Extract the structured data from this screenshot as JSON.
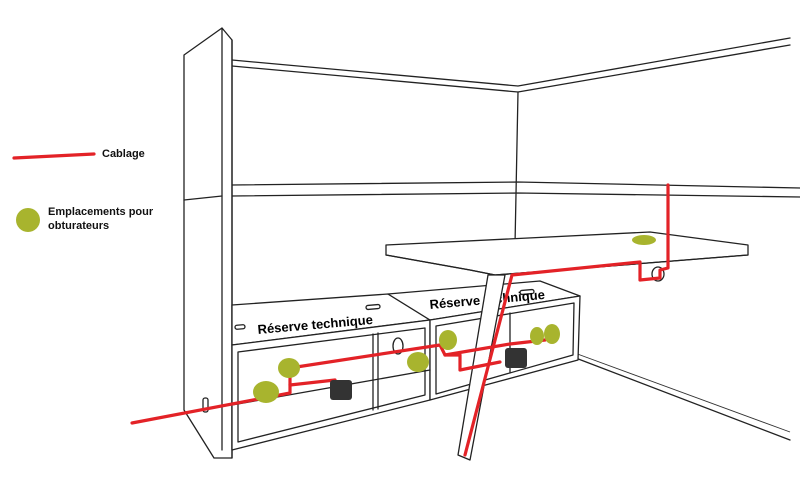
{
  "legend": {
    "cabling_label": "Cablage",
    "plug_label_line1": "Emplacements pour",
    "plug_label_line2": "obturateurs"
  },
  "labels": {
    "reserve_left": "Réserve technique",
    "reserve_right": "Réserve technique"
  },
  "colors": {
    "cable": "#e32227",
    "plug": "#a8b42e",
    "box": "#333333",
    "line": "#222222"
  }
}
